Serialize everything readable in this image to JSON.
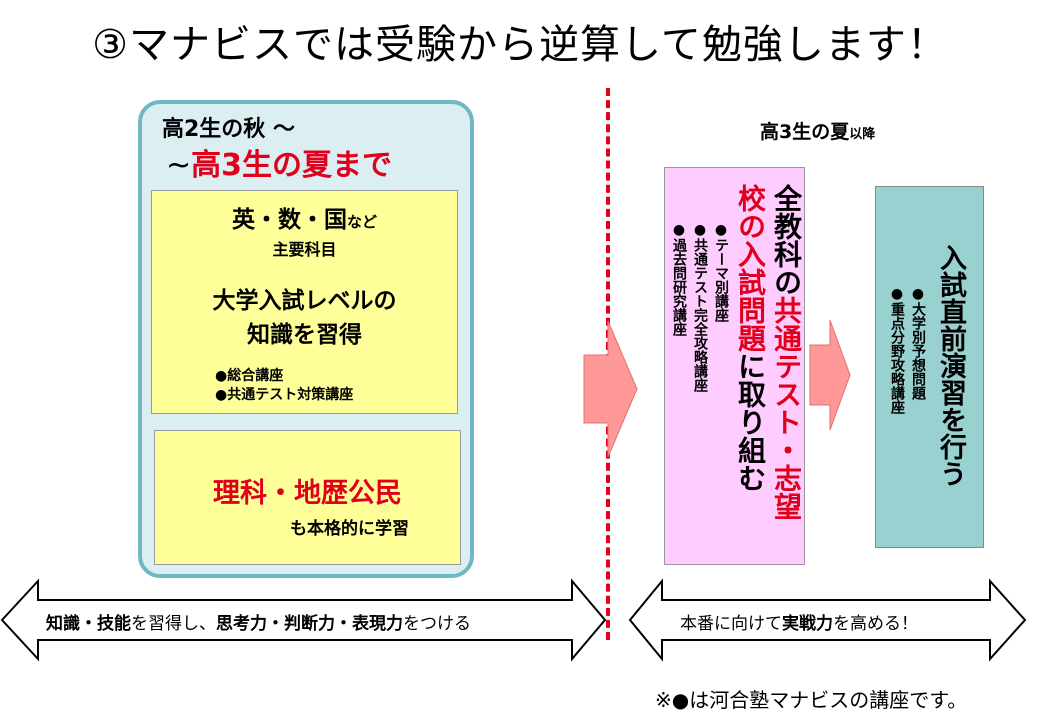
{
  "title": "③マナビスでは受験から逆算して勉強します！",
  "left": {
    "period_from": "高2生の秋 〜",
    "period_tilde": "~",
    "period_to": "高3生の夏まで",
    "box1": {
      "subjects": "英・数・国",
      "subjects_suffix": "など",
      "main_subjects": "主要科目",
      "level_line1": "大学入試レベルの",
      "level_line2": "知識を習得",
      "courses": [
        "●総合講座",
        "●共通テスト対策講座"
      ]
    },
    "box2": {
      "science": "理科・地歴公民",
      "science_sub": "も本格的に学習"
    },
    "arrow": {
      "parts": [
        {
          "text": "知識・技能",
          "bold": true
        },
        {
          "text": "を習得し、",
          "bold": false
        },
        {
          "text": "思考力・判断力・表現力",
          "bold": true
        },
        {
          "text": "をつける",
          "bold": false
        }
      ]
    }
  },
  "right": {
    "period": "高3生の夏",
    "period_suffix": "以降",
    "box1": {
      "main_line1_a": "全教科の",
      "main_line1_b": "共通テスト・志望",
      "main_line2_a": "校の入試問題",
      "main_line2_b": "に取り組む",
      "courses": [
        "●テーマ別講座",
        "●共通テスト完全攻略講座",
        "●過去問研究講座"
      ]
    },
    "box2": {
      "main": "入試直前演習を行う",
      "courses": [
        "●大学別予想問題",
        "●重点分野攻略講座"
      ]
    },
    "arrow": {
      "parts": [
        {
          "text": "本番に向けて",
          "bold": false
        },
        {
          "text": "実戦力",
          "bold": true
        },
        {
          "text": "を高める！",
          "bold": false
        }
      ]
    }
  },
  "footnote": "※●は河合塾マナビスの講座です。",
  "colors": {
    "accent_red": "#e0001c",
    "outer_fill": "#dbeef2",
    "outer_border": "#6fb8c3",
    "yellow": "#ffff99",
    "pink": "#ffccff",
    "teal": "#99d1d1",
    "arrow_fill": "#ff9999"
  }
}
